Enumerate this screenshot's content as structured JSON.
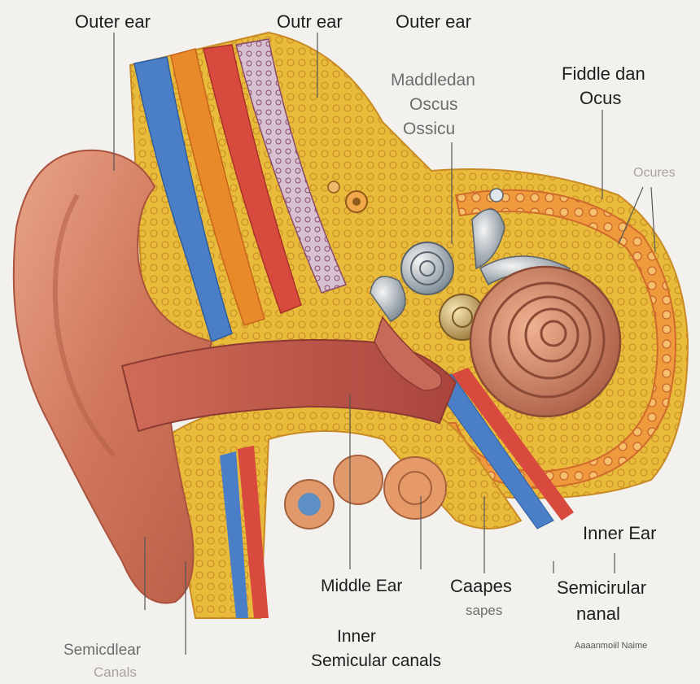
{
  "labels": {
    "outer_ear_1": "Outer ear",
    "outer_ear_2": "Outr ear",
    "outer_ear_3": "Outer ear",
    "middle_1": "Maddledan",
    "oscus_1": "Oscus",
    "ossicl": "Ossicu",
    "fiddle": "Fiddle dan",
    "ocus_2": "Ocus",
    "ocures": "Ocures",
    "inner_ear": "Inner Ear",
    "semicircular": "Semicirular",
    "nanal": "nanal",
    "middle_ear": "Middle Ear",
    "caapes": "Caapes",
    "sapes": "sapes",
    "inner": "Inner",
    "semicular_canals": "Semicular canals",
    "semicclear": "Semicdlear",
    "canals": "Canals",
    "signature": "Aaaanmoiil Naime"
  },
  "colors": {
    "background": "#f3f1ee",
    "skin": "#d6856b",
    "bone": "#e6b83b",
    "vein_blue": "#4a7fc8",
    "artery_red": "#d84a3e",
    "cochlea": "#c77a58"
  }
}
